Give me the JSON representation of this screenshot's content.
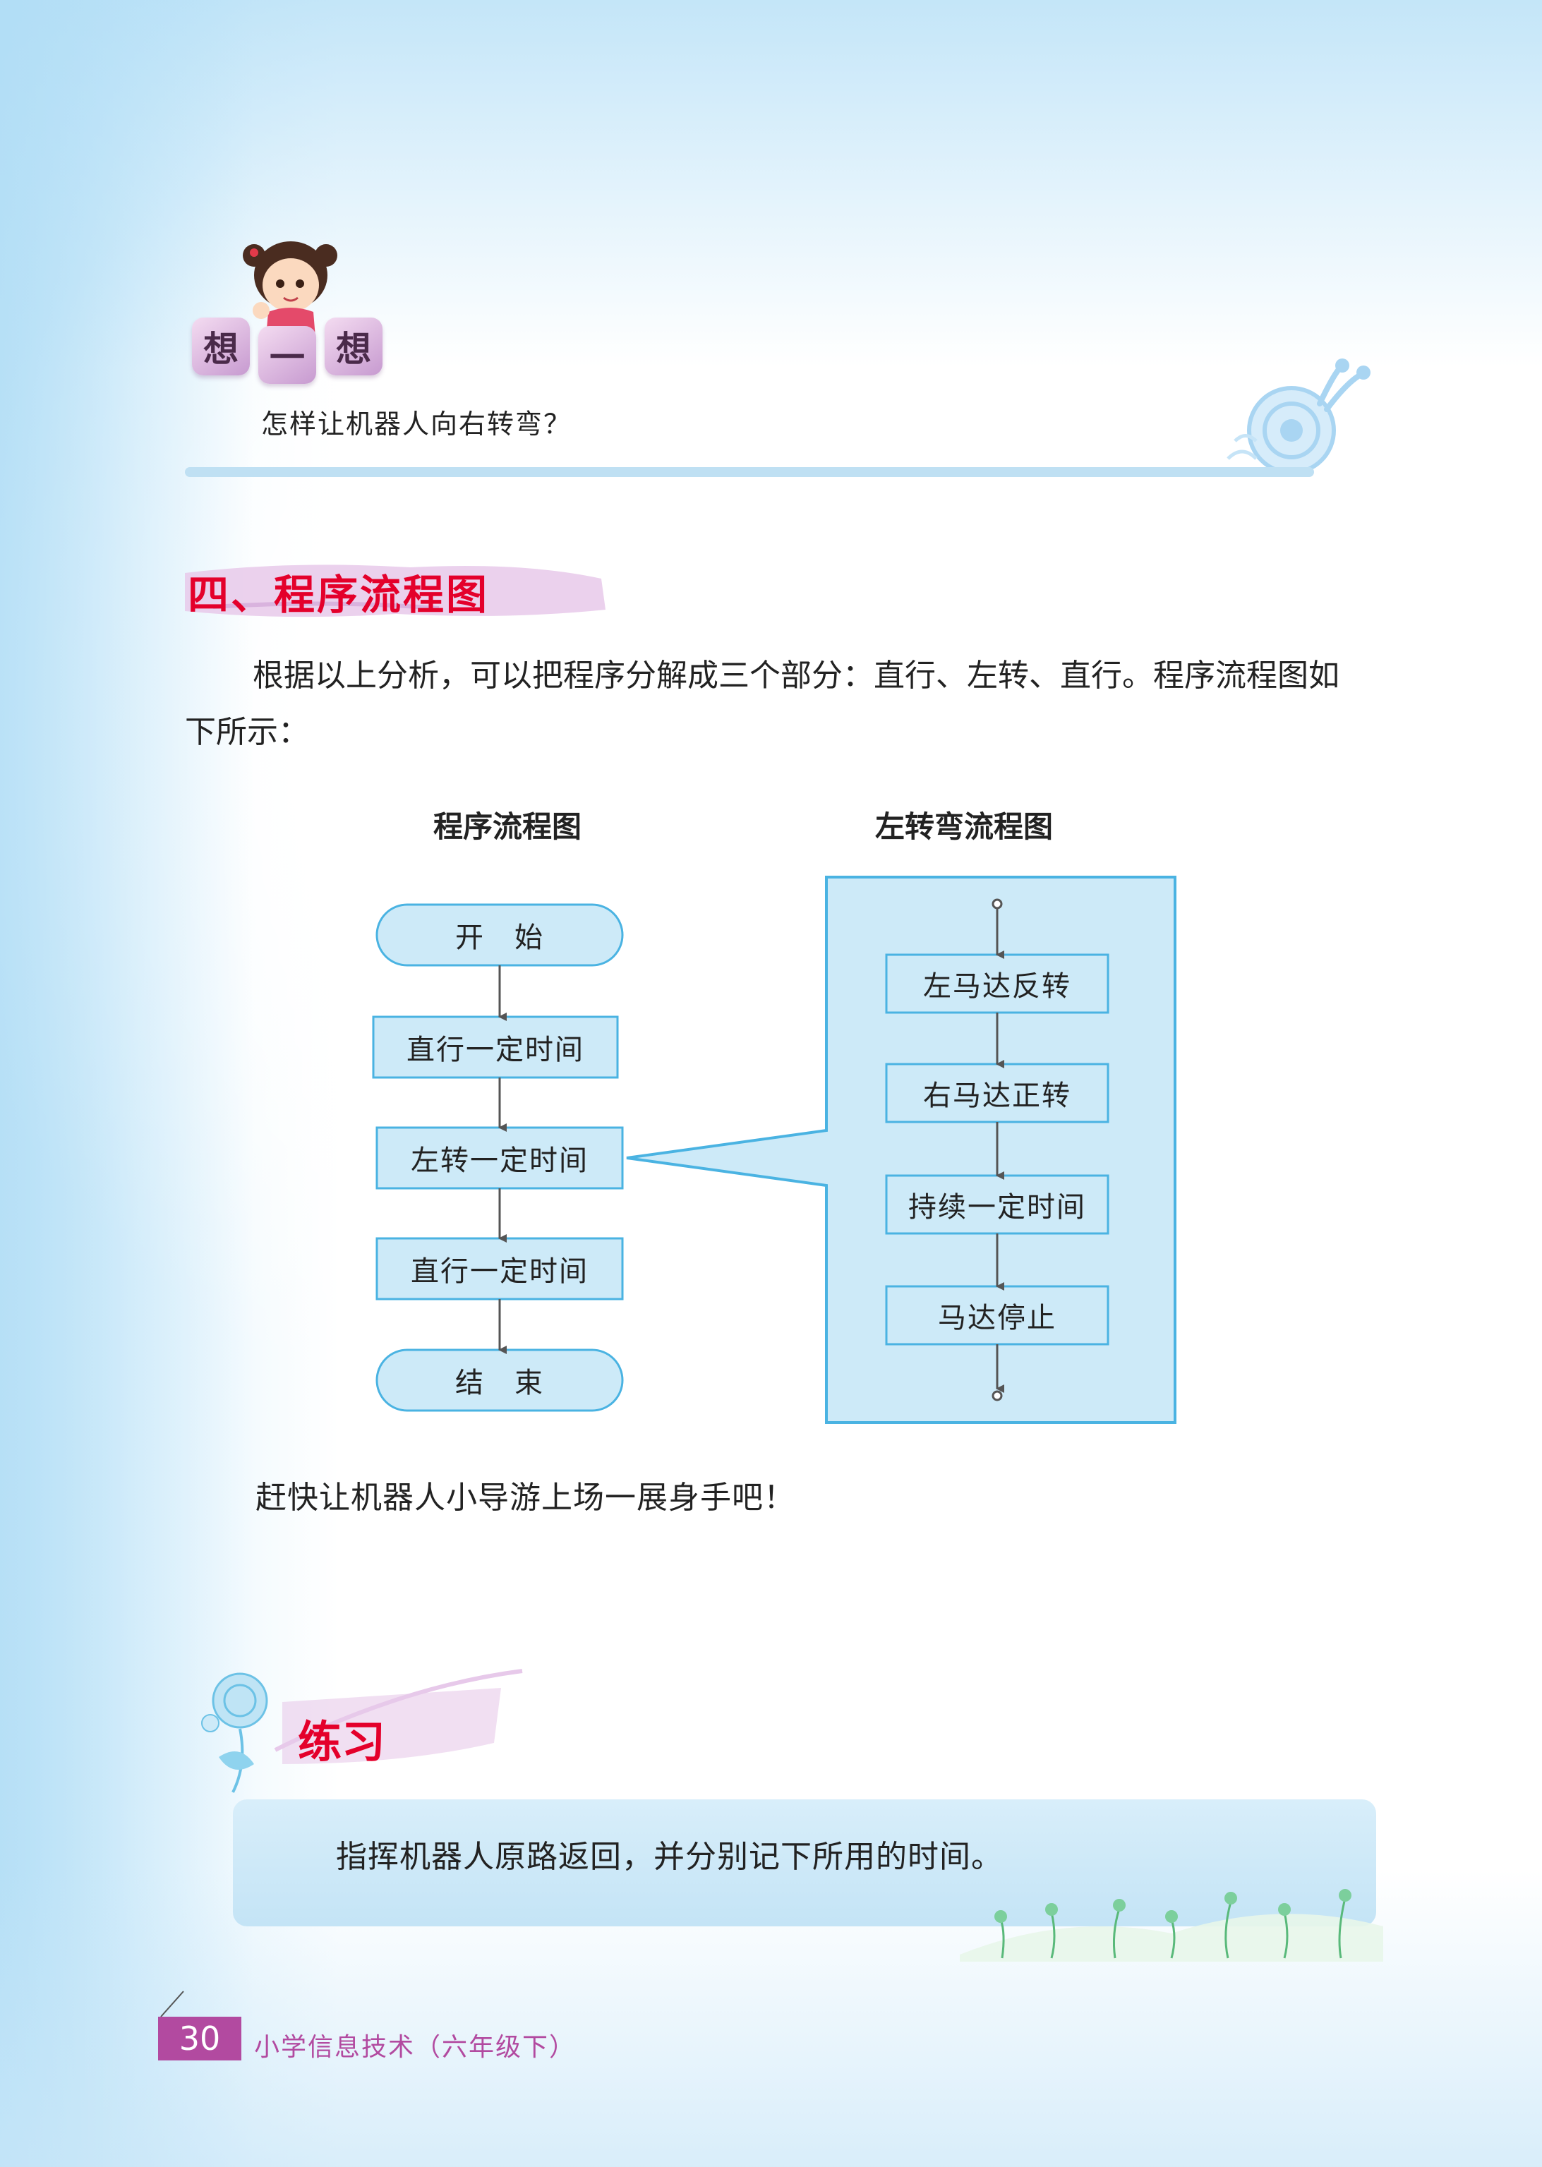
{
  "think": {
    "badge_chars": [
      "想",
      "一",
      "想"
    ],
    "question": "怎样让机器人向右转弯？"
  },
  "section": {
    "heading": "四、程序流程图",
    "paragraph": "根据以上分析，可以把程序分解成三个部分：直行、左转、直行。程序流程图如下所示："
  },
  "flowcharts": {
    "main": {
      "title": "程序流程图",
      "steps": [
        "开　始",
        "直行一定时间",
        "左转一定时间",
        "直行一定时间",
        "结　束"
      ]
    },
    "left_turn": {
      "title": "左转弯流程图",
      "steps": [
        "左马达反转",
        "右马达正转",
        "持续一定时间",
        "马达停止"
      ]
    }
  },
  "closing": "赶快让机器人小导游上场一展身手吧！",
  "exercise": {
    "title": "练习",
    "text": "指挥机器人原路返回，并分别记下所用的时间。"
  },
  "footer": {
    "page_number": "30",
    "book_title": "小学信息技术（六年级下）"
  },
  "colors": {
    "heading_red": "#e4002b",
    "flow_fill": "#cdeaf8",
    "flow_stroke": "#4ab3e2",
    "footer_purple": "#b24aa0"
  }
}
